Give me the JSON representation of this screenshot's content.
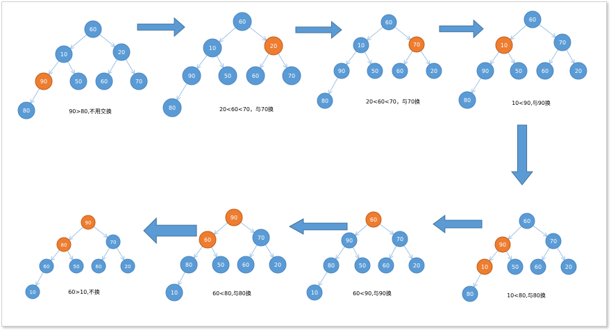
{
  "colors": {
    "normal_node": "#5b9bd5",
    "highlight_node": "#ed7d31",
    "node_stroke": "#4a86c0",
    "edge": "#9dc3e6",
    "arrow_fill": "#5b9bd5",
    "arrow_stroke": "#41719c",
    "caption_text": "#000000",
    "node_text": "#ffffff"
  },
  "steps": [
    {
      "caption": "90>80,不用交换",
      "nodes": [
        {
          "id": "a",
          "label": "60",
          "highlight": false
        },
        {
          "id": "b",
          "label": "10",
          "highlight": false
        },
        {
          "id": "c",
          "label": "20",
          "highlight": false
        },
        {
          "id": "d",
          "label": "90",
          "highlight": true
        },
        {
          "id": "e",
          "label": "50",
          "highlight": false
        },
        {
          "id": "f",
          "label": "60",
          "highlight": false
        },
        {
          "id": "g",
          "label": "70",
          "highlight": false
        },
        {
          "id": "h",
          "label": "80",
          "highlight": false
        }
      ]
    },
    {
      "caption": "20<60<70，与70换",
      "nodes": [
        {
          "id": "a",
          "label": "60",
          "highlight": false
        },
        {
          "id": "b",
          "label": "10",
          "highlight": false
        },
        {
          "id": "c",
          "label": "20",
          "highlight": true
        },
        {
          "id": "d",
          "label": "90",
          "highlight": false
        },
        {
          "id": "e",
          "label": "50",
          "highlight": false
        },
        {
          "id": "f",
          "label": "60",
          "highlight": false
        },
        {
          "id": "g",
          "label": "70",
          "highlight": false
        },
        {
          "id": "h",
          "label": "80",
          "highlight": false
        }
      ]
    },
    {
      "caption": "20<60<70，与70换",
      "nodes": [
        {
          "id": "a",
          "label": "60",
          "highlight": false
        },
        {
          "id": "b",
          "label": "10",
          "highlight": false
        },
        {
          "id": "c",
          "label": "70",
          "highlight": true
        },
        {
          "id": "d",
          "label": "90",
          "highlight": false
        },
        {
          "id": "e",
          "label": "50",
          "highlight": false
        },
        {
          "id": "f",
          "label": "60",
          "highlight": false
        },
        {
          "id": "g",
          "label": "20",
          "highlight": false
        },
        {
          "id": "h",
          "label": "80",
          "highlight": false
        }
      ]
    },
    {
      "caption": "10<90,与90换",
      "nodes": [
        {
          "id": "a",
          "label": "60",
          "highlight": false
        },
        {
          "id": "b",
          "label": "10",
          "highlight": true
        },
        {
          "id": "c",
          "label": "70",
          "highlight": false
        },
        {
          "id": "d",
          "label": "90",
          "highlight": false
        },
        {
          "id": "e",
          "label": "50",
          "highlight": false
        },
        {
          "id": "f",
          "label": "60",
          "highlight": false
        },
        {
          "id": "g",
          "label": "20",
          "highlight": false
        },
        {
          "id": "h",
          "label": "80",
          "highlight": false
        }
      ]
    },
    {
      "caption": "10<80,与80换",
      "nodes": [
        {
          "id": "a",
          "label": "60",
          "highlight": false
        },
        {
          "id": "b",
          "label": "90",
          "highlight": true
        },
        {
          "id": "c",
          "label": "70",
          "highlight": false
        },
        {
          "id": "d",
          "label": "10",
          "highlight": true
        },
        {
          "id": "e",
          "label": "50",
          "highlight": false
        },
        {
          "id": "f",
          "label": "60",
          "highlight": false
        },
        {
          "id": "g",
          "label": "20",
          "highlight": false
        },
        {
          "id": "h",
          "label": "80",
          "highlight": false
        }
      ]
    },
    {
      "caption": "60<90,与90换",
      "nodes": [
        {
          "id": "a",
          "label": "60",
          "highlight": true
        },
        {
          "id": "b",
          "label": "90",
          "highlight": false
        },
        {
          "id": "c",
          "label": "70",
          "highlight": false
        },
        {
          "id": "d",
          "label": "80",
          "highlight": false
        },
        {
          "id": "e",
          "label": "50",
          "highlight": false
        },
        {
          "id": "f",
          "label": "60",
          "highlight": false
        },
        {
          "id": "g",
          "label": "20",
          "highlight": false
        },
        {
          "id": "h",
          "label": "10",
          "highlight": false
        }
      ]
    },
    {
      "caption": "60<80,与80换",
      "nodes": [
        {
          "id": "a",
          "label": "90",
          "highlight": true
        },
        {
          "id": "b",
          "label": "60",
          "highlight": true
        },
        {
          "id": "c",
          "label": "70",
          "highlight": false
        },
        {
          "id": "d",
          "label": "80",
          "highlight": false
        },
        {
          "id": "e",
          "label": "50",
          "highlight": false
        },
        {
          "id": "f",
          "label": "60",
          "highlight": false
        },
        {
          "id": "g",
          "label": "20",
          "highlight": false
        },
        {
          "id": "h",
          "label": "10",
          "highlight": false
        }
      ]
    },
    {
      "caption": "60>10,不换",
      "nodes": [
        {
          "id": "a",
          "label": "90",
          "highlight": true
        },
        {
          "id": "b",
          "label": "80",
          "highlight": true
        },
        {
          "id": "c",
          "label": "70",
          "highlight": false
        },
        {
          "id": "d",
          "label": "60",
          "highlight": false
        },
        {
          "id": "e",
          "label": "50",
          "highlight": false
        },
        {
          "id": "f",
          "label": "60",
          "highlight": false
        },
        {
          "id": "g",
          "label": "20",
          "highlight": false
        },
        {
          "id": "h",
          "label": "10",
          "highlight": false
        }
      ]
    }
  ]
}
